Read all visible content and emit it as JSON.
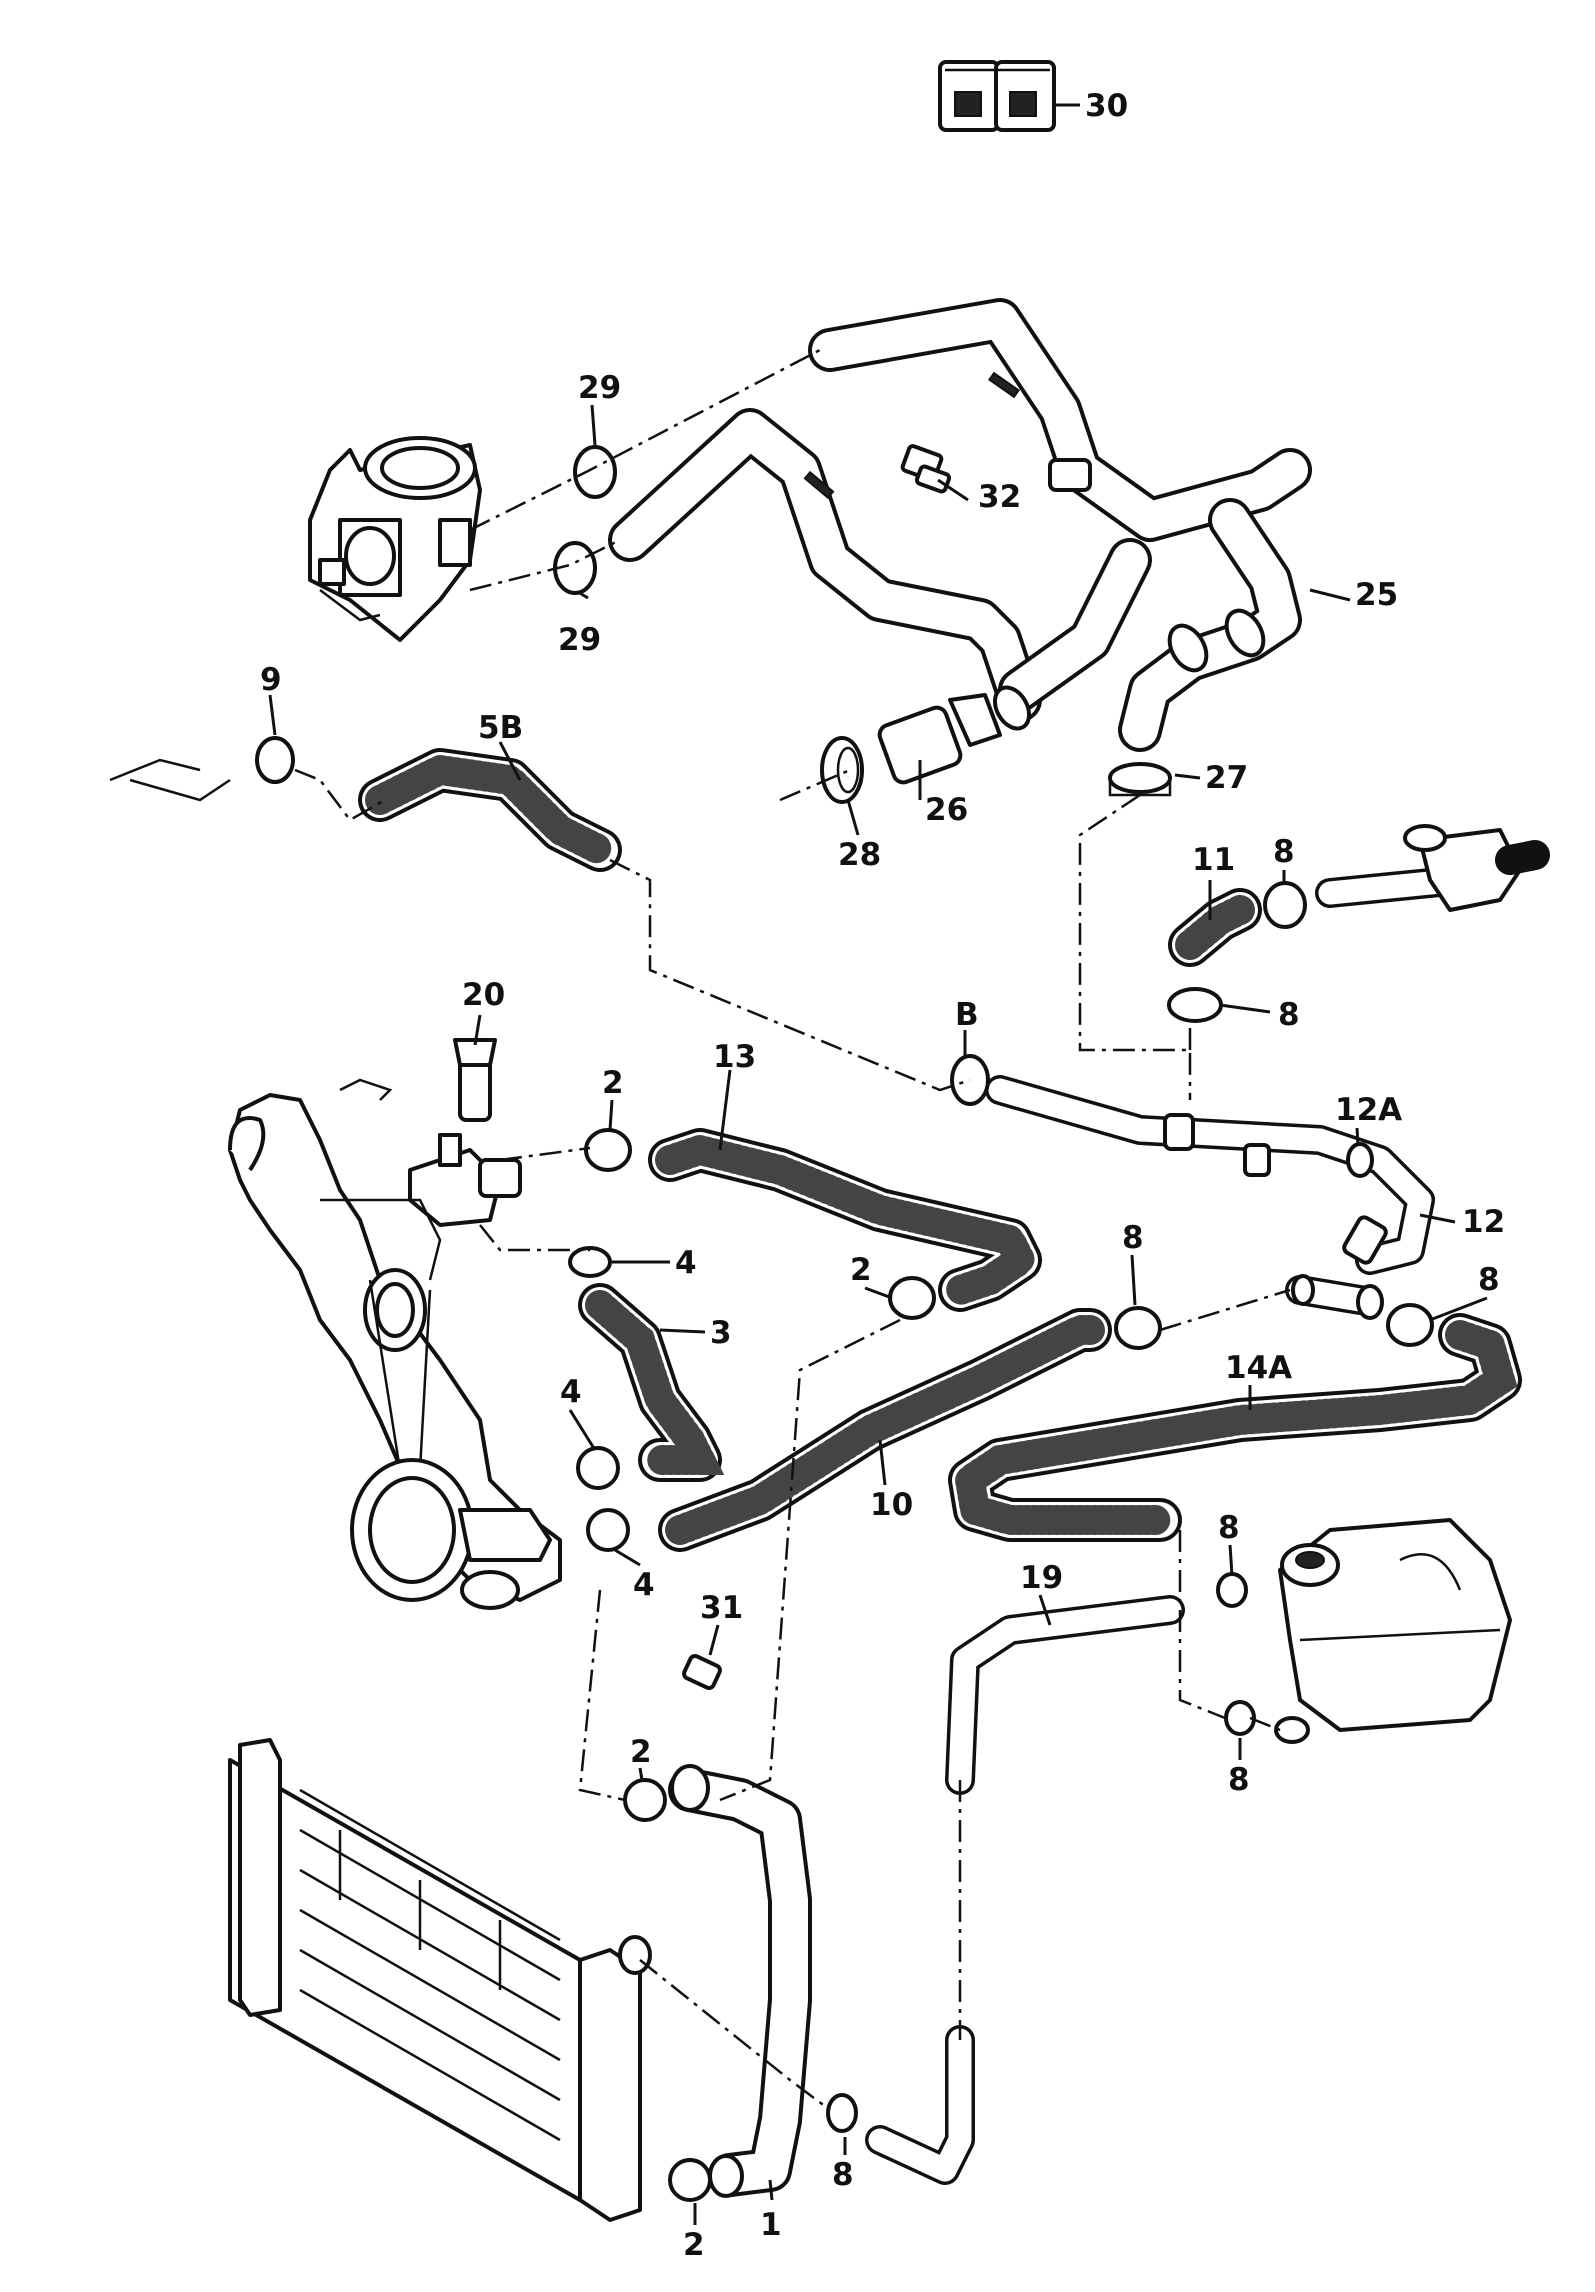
{
  "callouts": {
    "c1": "1",
    "c2a": "2",
    "c2b": "2",
    "c2c": "2",
    "c2d": "2",
    "c3": "3",
    "c4a": "4",
    "c4b": "4",
    "c4c": "4",
    "c5B": "5B",
    "c8a": "8",
    "c8b": "8",
    "c8c": "8",
    "c8d": "8",
    "c8e": "8",
    "c8f": "8",
    "c8g": "8",
    "cB": "B",
    "c9": "9",
    "c10": "10",
    "c11": "11",
    "c12": "12",
    "c12A": "12A",
    "c13": "13",
    "c14A": "14A",
    "c19": "19",
    "c20": "20",
    "c25": "25",
    "c26": "26",
    "c27": "27",
    "c28": "28",
    "c29a": "29",
    "c29b": "29",
    "c30": "30",
    "c31": "31",
    "c32": "32"
  }
}
